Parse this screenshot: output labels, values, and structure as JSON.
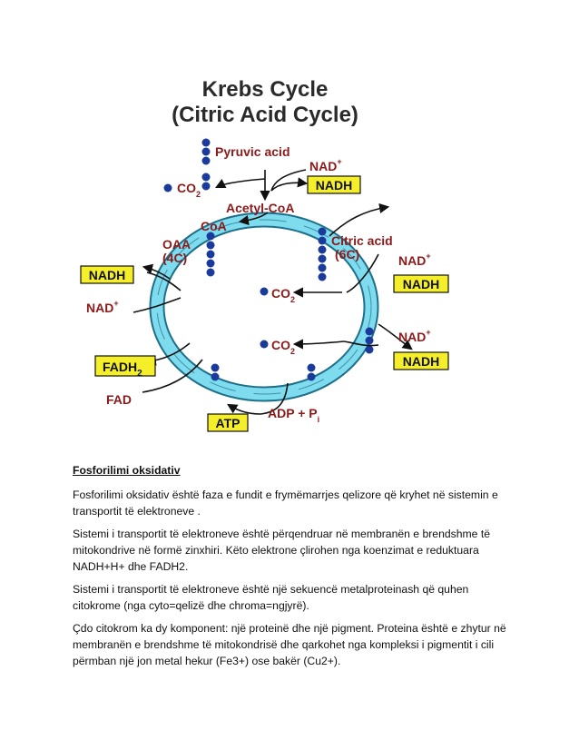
{
  "figure": {
    "title_line1": "Krebs Cycle",
    "title_line2": "(Citric Acid Cycle)",
    "pyruvic": "Pyruvic acid",
    "nad_plus": "NAD",
    "plus_sup": "+",
    "nadh": "NADH",
    "co2": "CO",
    "co2_sub": "2",
    "acetyl": "Acetyl-CoA",
    "coa": "CoA",
    "oaa_line1": "OAA",
    "oaa_line2": "(4C)",
    "citric_line1": "Citric acid",
    "citric_line2": "(6C)",
    "fadh": "FADH",
    "fadh_sub": "2",
    "fad": "FAD",
    "atp": "ATP",
    "adp": "ADP + P",
    "adp_sub": "i",
    "colors": {
      "title": "#2a2a2a",
      "label": "#8b1a1a",
      "box_fill": "#f5ef2a",
      "ring": "#7fdcef",
      "ring_edge": "#1e6f8a",
      "dot": "#1a3a9c"
    }
  },
  "text": {
    "heading": "Fosforilimi oksidativ",
    "paragraphs": [
      "Fosforilimi oksidativ është faza e fundit e frymëmarrjes qelizore që kryhet në sistemin e transportit të  elektroneve .",
      "Sistemi i transportit të elektroneve është përqendruar në membranën e brendshme të mitokondrive në formë zinxhiri. Këto elektrone çlirohen nga koenzimat e reduktuara NADH+H+ dhe FADH2.",
      "Sistemi i transportit të elektroneve është një sekuencë metalproteinash që quhen citokrome (nga cyto=qelizë dhe chroma=ngjyrë).",
      "Çdo citokrom ka dy komponent: një proteinë dhe një pigment. Proteina është e zhytur në membranën e brendshme të mitokondrisë dhe qarkohet nga kompleksi i pigmentit i cili përmban një jon metal hekur (Fe3+) ose bakër (Cu2+)."
    ]
  }
}
